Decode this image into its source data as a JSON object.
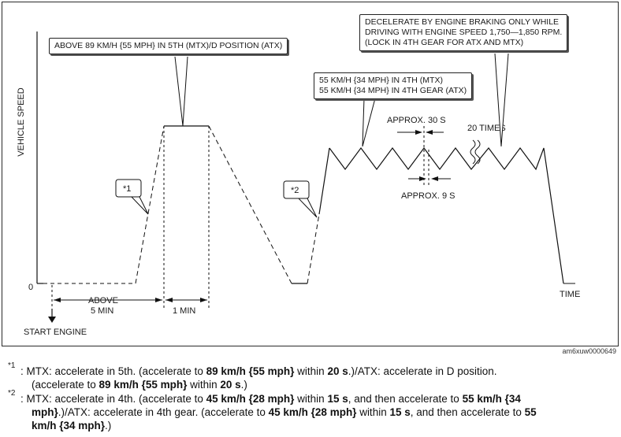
{
  "diagram": {
    "y_axis_label": "VEHICLE SPEED",
    "x_axis_label": "TIME",
    "zero_label": "0",
    "start_engine": "START ENGINE",
    "above_5min_l1": "ABOVE",
    "above_5min_l2": "5 MIN",
    "one_min": "1 MIN",
    "callout_top_left": "ABOVE 89 KM/H {55 MPH} IN 5TH (MTX)/D POSITION (ATX)",
    "callout_top_right": [
      "DECELERATE BY ENGINE BRAKING ONLY WHILE",
      "DRIVING WITH ENGINE SPEED 1,750—1,850 RPM.",
      "(LOCK IN 4TH GEAR FOR ATX AND MTX)"
    ],
    "callout_mid": [
      "55 KM/H {34 MPH} IN 4TH (MTX)",
      "55 KM/H {34 MPH} IN 4TH GEAR (ATX)"
    ],
    "approx_30s": "APPROX. 30 S",
    "approx_9s": "APPROX. 9 S",
    "twenty_times": "20 TIMES",
    "ref1": "*1",
    "ref2": "*2",
    "image_id": "am6xuw0000649"
  },
  "notes": {
    "n1_marker": "*1",
    "n1_parts": [
      {
        "t": " : MTX: accelerate in 5th. (accelerate to ",
        "b": false
      },
      {
        "t": "89 km/h {55 mph}",
        "b": true
      },
      {
        "t": " within ",
        "b": false
      },
      {
        "t": "20 s",
        "b": true
      },
      {
        "t": ".)/ATX: accelerate in D position.",
        "b": false
      }
    ],
    "n1_line2": [
      {
        "t": "(accelerate to ",
        "b": false
      },
      {
        "t": "89 km/h {55 mph}",
        "b": true
      },
      {
        "t": " within ",
        "b": false
      },
      {
        "t": "20 s",
        "b": true
      },
      {
        "t": ".)",
        "b": false
      }
    ],
    "n2_marker": "*2",
    "n2_line1": [
      {
        "t": " : MTX: accelerate in 4th. (accelerate to ",
        "b": false
      },
      {
        "t": "45 km/h {28 mph}",
        "b": true
      },
      {
        "t": " within ",
        "b": false
      },
      {
        "t": "15 s",
        "b": true
      },
      {
        "t": ", and then accelerate to ",
        "b": false
      },
      {
        "t": "55 km/h {34",
        "b": true
      }
    ],
    "n2_line2": [
      {
        "t": "mph}",
        "b": true
      },
      {
        "t": ".)/ATX: accelerate in 4th gear. (accelerate to ",
        "b": false
      },
      {
        "t": "45 km/h {28 mph}",
        "b": true
      },
      {
        "t": " within ",
        "b": false
      },
      {
        "t": "15 s",
        "b": true
      },
      {
        "t": ", and then accelerate to ",
        "b": false
      },
      {
        "t": "55",
        "b": true
      }
    ],
    "n2_line3": [
      {
        "t": "km/h {34 mph}",
        "b": true
      },
      {
        "t": ".)",
        "b": false
      }
    ]
  }
}
